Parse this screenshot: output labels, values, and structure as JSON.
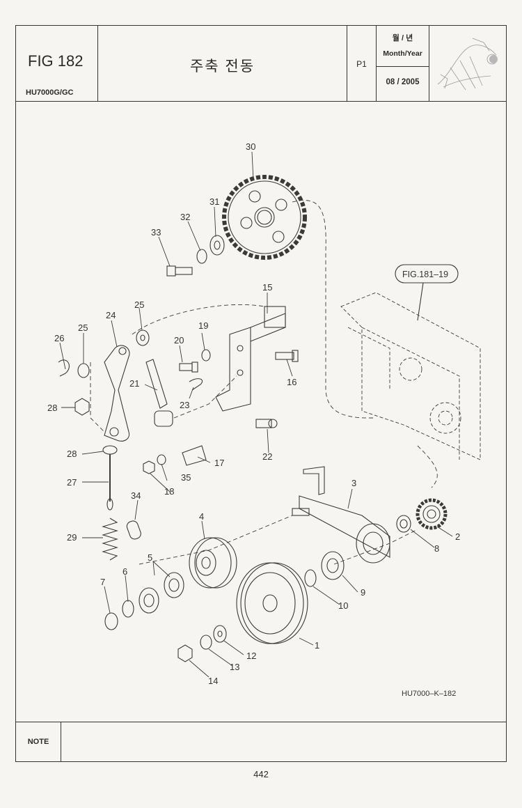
{
  "header": {
    "fig_number": "FIG 182",
    "model": "HU7000G/GC",
    "title": "주축 전동",
    "page": "P1",
    "date_label_ko": "월 / 년",
    "date_label_en": "Month/Year",
    "date_value": "08 / 2005"
  },
  "diagram": {
    "callouts": [
      "1",
      "2",
      "3",
      "4",
      "5",
      "6",
      "7",
      "8",
      "9",
      "10",
      "12",
      "13",
      "14",
      "15",
      "16",
      "17",
      "18",
      "19",
      "20",
      "21",
      "22",
      "23",
      "24",
      "25",
      "26",
      "27",
      "28",
      "29",
      "30",
      "31",
      "32",
      "33",
      "34",
      "35"
    ],
    "reference_label": "FIG.181–19",
    "drawing_code": "HU7000–K–182"
  },
  "footer": {
    "note_label": "NOTE",
    "page_number": "442"
  }
}
